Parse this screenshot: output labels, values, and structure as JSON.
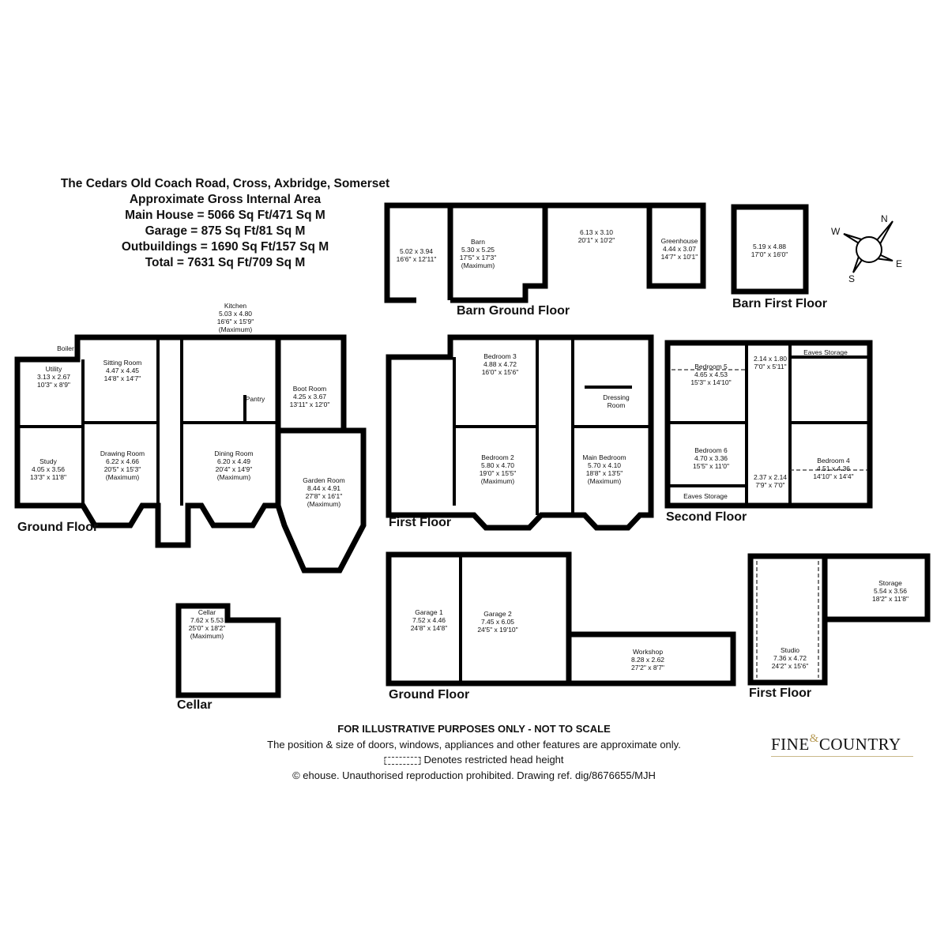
{
  "header": {
    "address": "The Cedars Old Coach Road, Cross, Axbridge, Somerset",
    "area_title": "Approximate Gross Internal Area",
    "main_house": "Main House = 5066 Sq Ft/471 Sq M",
    "garage": "Garage = 875 Sq Ft/81 Sq M",
    "outbuildings": "Outbuildings = 1690 Sq Ft/157 Sq M",
    "total": "Total = 7631 Sq Ft/709 Sq M"
  },
  "floors": {
    "ground": "Ground Floor",
    "first": "First Floor",
    "second": "Second Floor",
    "cellar": "Cellar",
    "barn_ground": "Barn Ground Floor",
    "barn_first": "Barn First Floor",
    "garage_ground": "Ground Floor",
    "garage_first": "First Floor"
  },
  "rooms": {
    "kitchen": [
      "Kitchen",
      "5.03 x 4.80",
      "16'6\" x 15'9\"",
      "(Maximum)"
    ],
    "boiler": [
      "Boiler"
    ],
    "utility": [
      "Utility",
      "3.13 x 2.67",
      "10'3\" x 8'9\""
    ],
    "sitting_room": [
      "Sitting Room",
      "4.47 x 4.45",
      "14'8\" x 14'7\""
    ],
    "study": [
      "Study",
      "4.05 x 3.56",
      "13'3\" x 11'8\""
    ],
    "drawing_room": [
      "Drawing Room",
      "6.22 x 4.66",
      "20'5\" x 15'3\"",
      "(Maximum)"
    ],
    "dining_room": [
      "Dining Room",
      "6.20 x 4.49",
      "20'4\" x 14'9\"",
      "(Maximum)"
    ],
    "pantry": [
      "Pantry"
    ],
    "boot_room": [
      "Boot Room",
      "4.25 x 3.67",
      "13'11\" x 12'0\""
    ],
    "garden_room": [
      "Garden Room",
      "8.44 x 4.91",
      "27'8\" x 16'1\"",
      "(Maximum)"
    ],
    "bedroom_3": [
      "Bedroom 3",
      "4.88 x 4.72",
      "16'0\" x 15'6\""
    ],
    "bedroom_2": [
      "Bedroom 2",
      "5.80 x 4.70",
      "19'0\" x 15'5\"",
      "(Maximum)"
    ],
    "dressing_room": [
      "Dressing",
      "Room"
    ],
    "main_bedroom": [
      "Main Bedroom",
      "5.70 x 4.10",
      "18'8\" x 13'5\"",
      "(Maximum)"
    ],
    "bedroom_5": [
      "Bedroom 5",
      "4.65 x 4.53",
      "15'3\" x 14'10\""
    ],
    "landing_top": [
      "2.14 x 1.80",
      "7'0\" x 5'11\""
    ],
    "eaves_storage_top": [
      "Eaves Storage"
    ],
    "bedroom_6": [
      "Bedroom 6",
      "4.70 x 3.36",
      "15'5\" x 11'0\""
    ],
    "bedroom_4": [
      "Bedroom 4",
      "4.51 x 4.36",
      "14'10\" x 14'4\""
    ],
    "landing_bottom": [
      "2.37 x 2.14",
      "7'9\" x 7'0\""
    ],
    "eaves_storage_bottom": [
      "Eaves Storage"
    ],
    "barn_bay": [
      "5.02 x 3.94",
      "16'6\" x 12'11\""
    ],
    "barn": [
      "Barn",
      "5.30 x 5.25",
      "17'5\" x 17'3\"",
      "(Maximum)"
    ],
    "barn_open": [
      "6.13 x 3.10",
      "20'1\" x 10'2\""
    ],
    "greenhouse": [
      "Greenhouse",
      "4.44 x 3.07",
      "14'7\" x 10'1\""
    ],
    "barn_first": [
      "5.19 x 4.88",
      "17'0\" x 16'0\""
    ],
    "cellar": [
      "Cellar",
      "7.62 x 5.53",
      "25'0\" x 18'2\"",
      "(Maximum)"
    ],
    "garage_1": [
      "Garage 1",
      "7.52 x 4.46",
      "24'8\" x 14'8\""
    ],
    "garage_2": [
      "Garage 2",
      "7.45 x 6.05",
      "24'5\" x 19'10\""
    ],
    "workshop": [
      "Workshop",
      "8.28 x 2.62",
      "27'2\" x 8'7\""
    ],
    "studio": [
      "Studio",
      "7.36 x 4.72",
      "24'2\" x 15'6\""
    ],
    "storage": [
      "Storage",
      "5.54 x 3.56",
      "18'2\" x 11'8\""
    ]
  },
  "compass": {
    "n": "N",
    "e": "E",
    "s": "S",
    "w": "W"
  },
  "footer": {
    "disclaimer": "FOR ILLUSTRATIVE PURPOSES ONLY - NOT TO SCALE",
    "note": "The position & size of doors, windows, appliances and other features are approximate only.",
    "legend": "Denotes restricted head height",
    "copyright": "© ehouse. Unauthorised reproduction prohibited. Drawing ref. dig/8676655/MJH"
  },
  "logo": {
    "left": "FINE",
    "amp": "&",
    "right": "COUNTRY"
  }
}
